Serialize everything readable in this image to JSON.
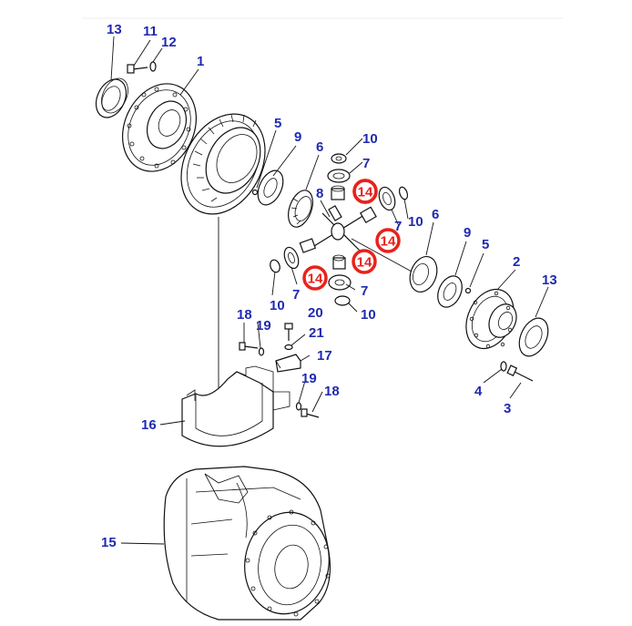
{
  "callouts": {
    "c1": "1",
    "c2": "2",
    "c3": "3",
    "c4": "4",
    "c5a": "5",
    "c5b": "5",
    "c6a": "6",
    "c6b": "6",
    "c7a": "7",
    "c7b": "7",
    "c7c": "7",
    "c7d": "7",
    "c8": "8",
    "c9a": "9",
    "c9b": "9",
    "c10a": "10",
    "c10b": "10",
    "c10c": "10",
    "c10d": "10",
    "c11": "11",
    "c12": "12",
    "c13a": "13",
    "c13b": "13",
    "c15": "15",
    "c16": "16",
    "c17": "17",
    "c18a": "18",
    "c18b": "18",
    "c19a": "19",
    "c19b": "19",
    "c20": "20",
    "c21": "21"
  },
  "highlights": {
    "h1": "14",
    "h2": "14",
    "h3": "14",
    "h4": "14",
    "h5": "14"
  },
  "colors": {
    "callout": "#1f2ab0",
    "highlight_ring": "#e8221b",
    "line": "#111111"
  }
}
